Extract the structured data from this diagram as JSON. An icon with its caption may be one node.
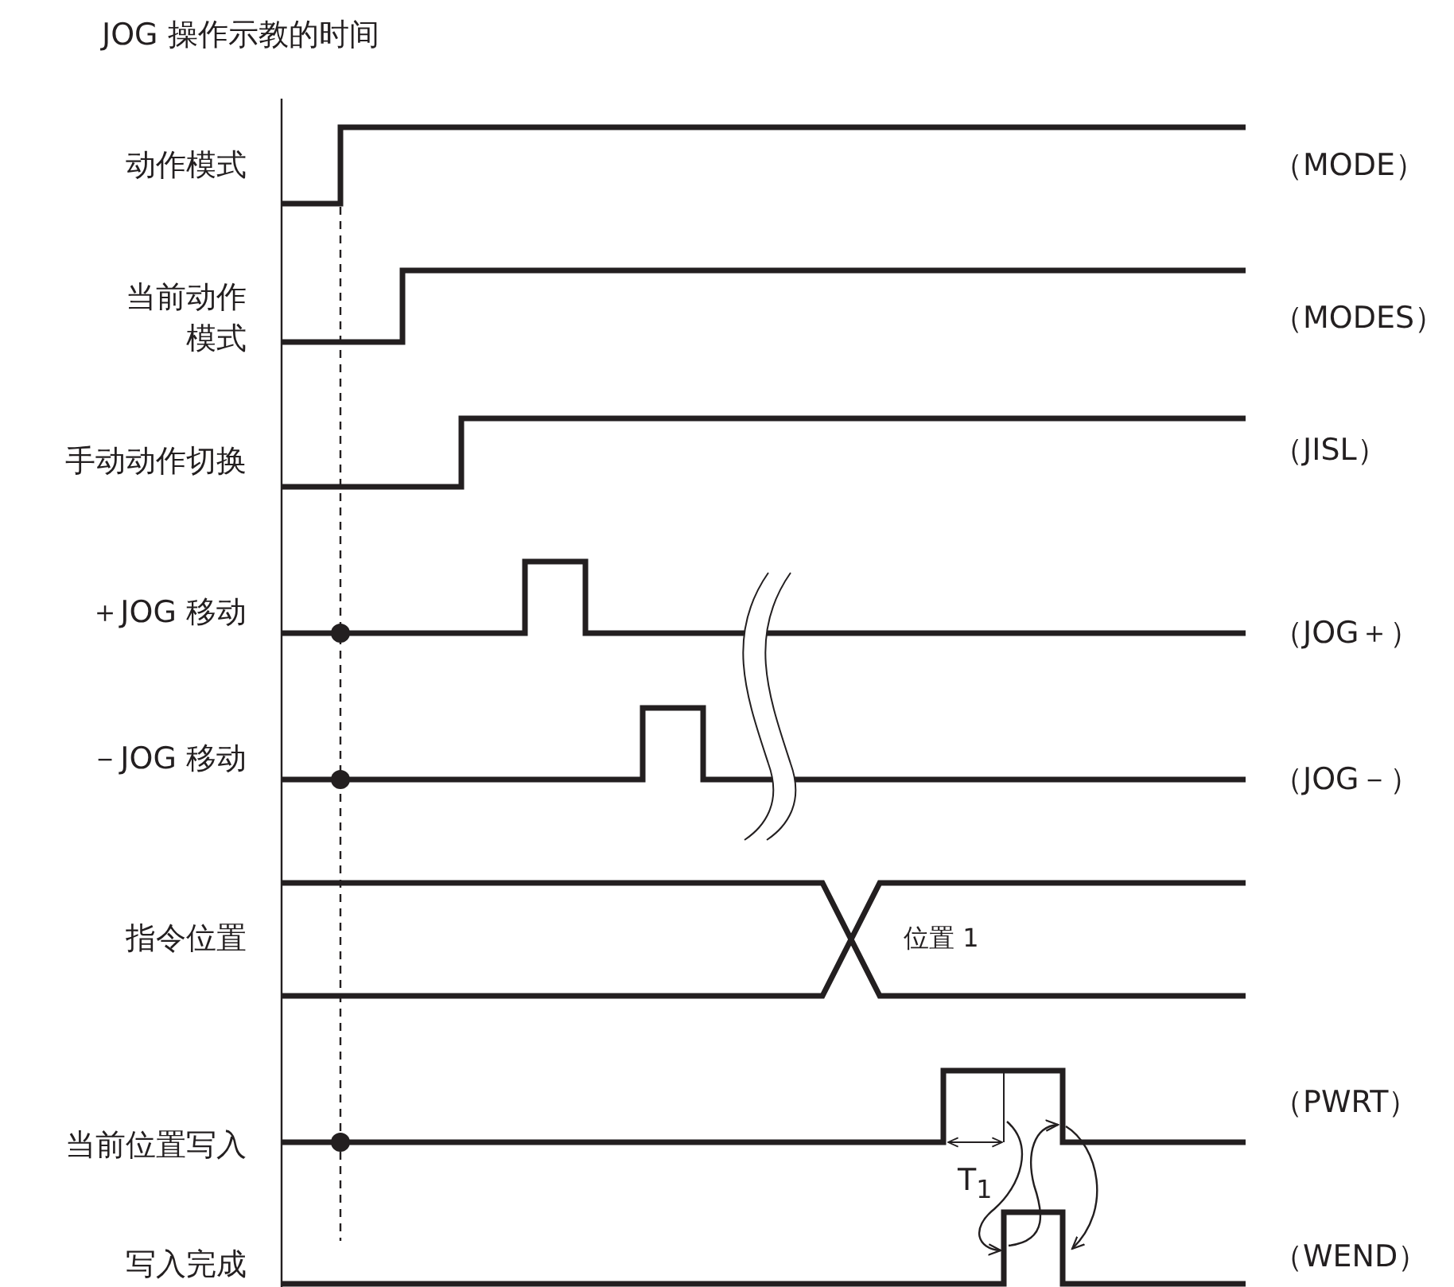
{
  "diagram": {
    "title": "JOG 操作示教的时间",
    "labels": [
      "动作模式",
      "（MODE）",
      "当前动作模式",
      "（MODES）",
      "手动动作切换",
      "（JISL）",
      "＋JOG 移动",
      "（JOG＋）",
      "－JOG 移动",
      "（JOG－）",
      "指令位置",
      "位置 1",
      "当前位置写入",
      "（PWRT）",
      "T$_{1}$",
      "写入完成",
      "（WEND）"
    ]
  }
}
